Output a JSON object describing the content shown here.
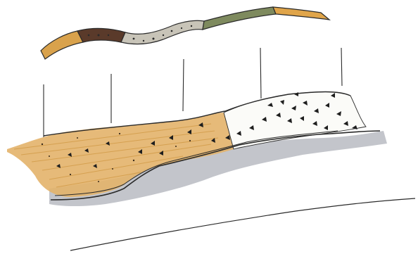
{
  "illustration": {
    "colors": {
      "paper": "#ffffff",
      "ink": "#2a2a2a",
      "ochre": "#d9a24c",
      "ochre_light": "#e8c07a",
      "sand": "#e3b36a",
      "brown": "#5a3a2a",
      "olive": "#7e8a5e",
      "gray": "#9a9ca3",
      "gray_light": "#c7c8cc",
      "white_layer": "#fbfbf8"
    },
    "icons": [
      "upper-band",
      "vertical-lines",
      "sediment-layer",
      "gravel-clasts",
      "gray-shadow-layer",
      "lower-curve"
    ]
  }
}
